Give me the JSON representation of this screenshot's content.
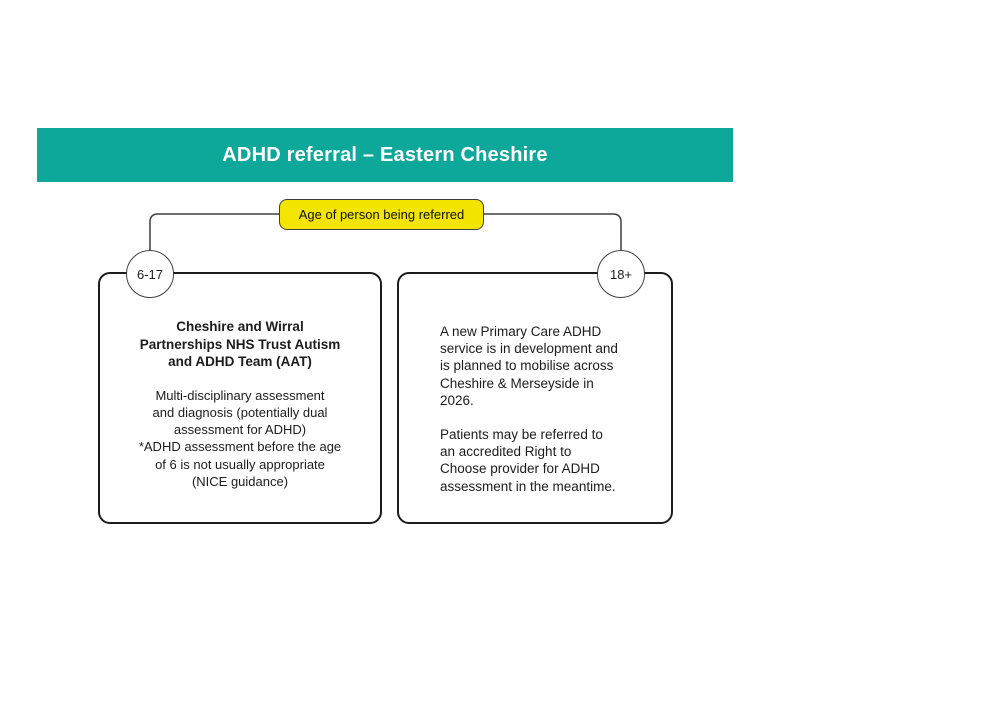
{
  "colors": {
    "banner_bg": "#0DA89A",
    "banner_text": "#FFFFFF",
    "label_bg": "#F4E500",
    "connector": "#3F3F3F",
    "box_border": "#1C1C1C",
    "text": "#1C1C1C"
  },
  "banner": {
    "title": "ADHD referral – Eastern Cheshire"
  },
  "flow": {
    "age_label": "Age of person being referred",
    "branches": [
      {
        "age": "6-17",
        "heading": "Cheshire and Wirral\nPartnerships NHS Trust Autism\nand ADHD Team (AAT)",
        "body": "Multi-disciplinary assessment\nand diagnosis (potentially dual\nassessment for ADHD)\n*ADHD assessment before the age\nof 6 is not usually appropriate\n(NICE guidance)"
      },
      {
        "age": "18+",
        "paragraphs": [
          "A new Primary Care ADHD\nservice is in development and\nis planned to mobilise across\nCheshire & Merseyside in\n2026.",
          "Patients may be referred to\nan accredited Right to\nChoose provider for ADHD\nassessment in the meantime."
        ]
      }
    ]
  }
}
